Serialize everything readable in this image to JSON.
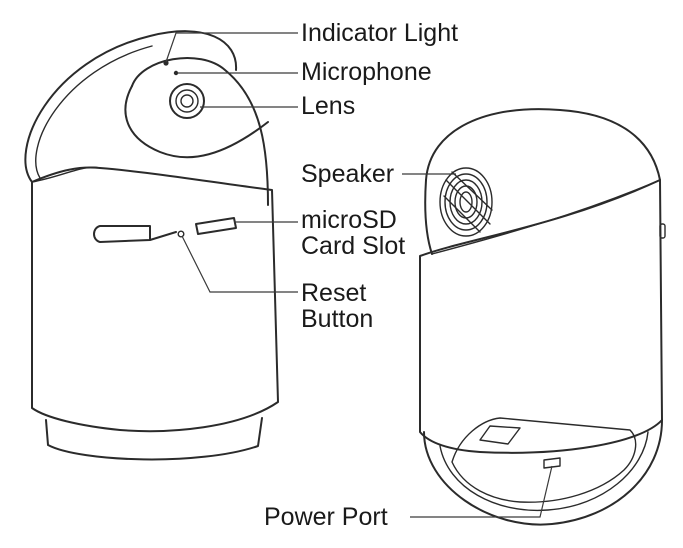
{
  "labels": {
    "indicator_light": "Indicator Light",
    "microphone": "Microphone",
    "lens": "Lens",
    "speaker": "Speaker",
    "microsd_line1": "microSD",
    "microsd_line2": "Card Slot",
    "reset_line1": "Reset",
    "reset_line2": "Button",
    "power_port": "Power Port"
  }
}
